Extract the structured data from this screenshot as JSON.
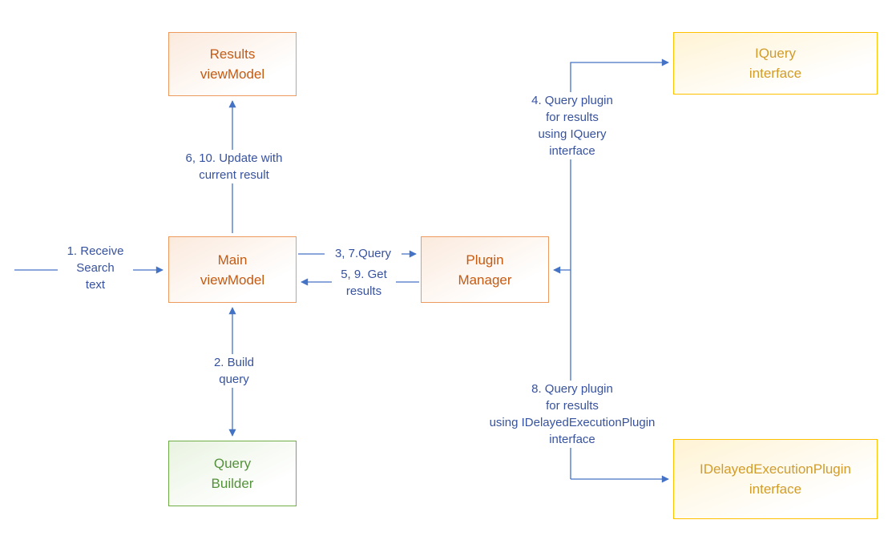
{
  "colors": {
    "background": "#FFFFFF",
    "connector_blue": "#4472C4",
    "label_blue": "#37529E",
    "orange_border": "#EC9A5E",
    "orange_text": "#C55A11",
    "orange_fill": "#FBEADD",
    "gold_border": "#FFC000",
    "gold_text": "#D19C2A",
    "gold_fill": "#FFF3D4",
    "green_border": "#70AD47",
    "green_text": "#54923B",
    "green_fill": "#E9F3E1"
  },
  "nodes": {
    "results_viewmodel": {
      "label": "Results\nviewModel"
    },
    "iquery_interface": {
      "label": "IQuery\ninterface"
    },
    "main_viewmodel": {
      "label": "Main\nviewModel"
    },
    "plugin_manager": {
      "label": "Plugin\nManager"
    },
    "query_builder": {
      "label": "Query\nBuilder"
    },
    "idelayedexecutionplugin_interface": {
      "label": "IDelayedExecutionPlugin\ninterface"
    }
  },
  "edges": {
    "receive_search_text": {
      "label": "1. Receive\nSearch\ntext"
    },
    "build_query": {
      "label": "2. Build\nquery"
    },
    "query": {
      "label": "3, 7.Query"
    },
    "get_results": {
      "label": "5, 9. Get\nresults"
    },
    "update_with_current_result": {
      "label": "6, 10. Update with\ncurrent result"
    },
    "query_plugin_iquery": {
      "label": "4. Query plugin\nfor results\nusing IQuery\ninterface"
    },
    "query_plugin_idelayed": {
      "label": "8. Query plugin\nfor results\nusing IDelayedExecutionPlugin\ninterface"
    }
  }
}
